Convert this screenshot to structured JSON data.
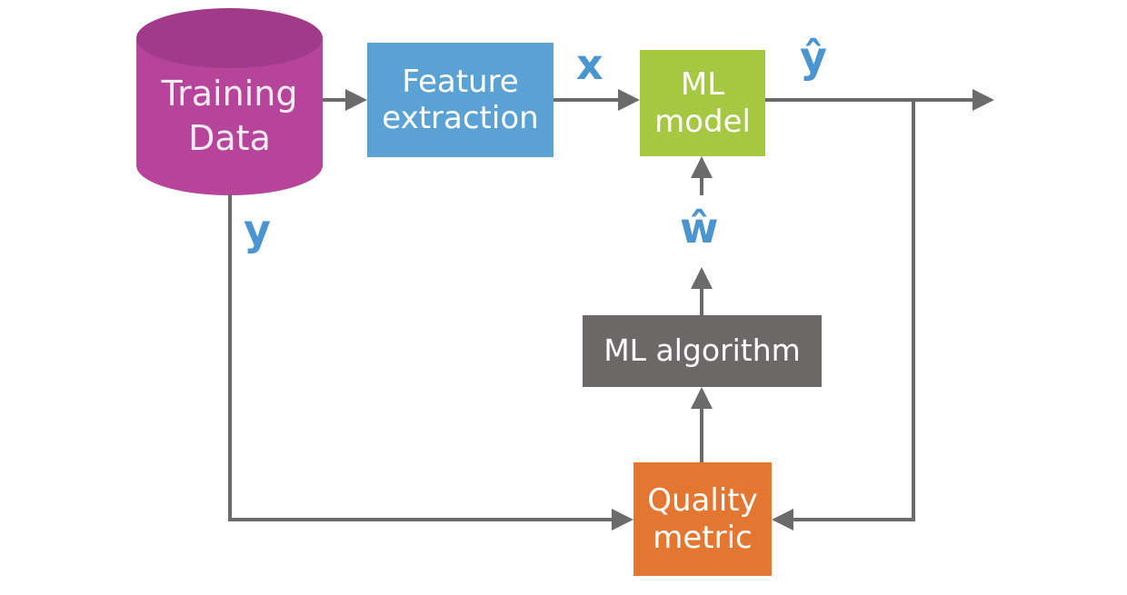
{
  "nodes": {
    "training_data": "Training\nData",
    "feature_extraction": "Feature\nextraction",
    "ml_model": "ML\nmodel",
    "ml_algorithm": "ML algorithm",
    "quality_metric": "Quality\nmetric"
  },
  "variables": {
    "x": "x",
    "y_hat": "ŷ",
    "y": "y",
    "w_hat": "ŵ"
  },
  "colors": {
    "training_data": "#b5449a",
    "training_data_top": "#a23a8a",
    "feature_extraction": "#5aa1d4",
    "ml_model": "#a6c742",
    "ml_algorithm": "#6c6868",
    "quality_metric": "#e37731",
    "arrow": "#6b6b6b",
    "variable_text": "#4a95cf"
  }
}
